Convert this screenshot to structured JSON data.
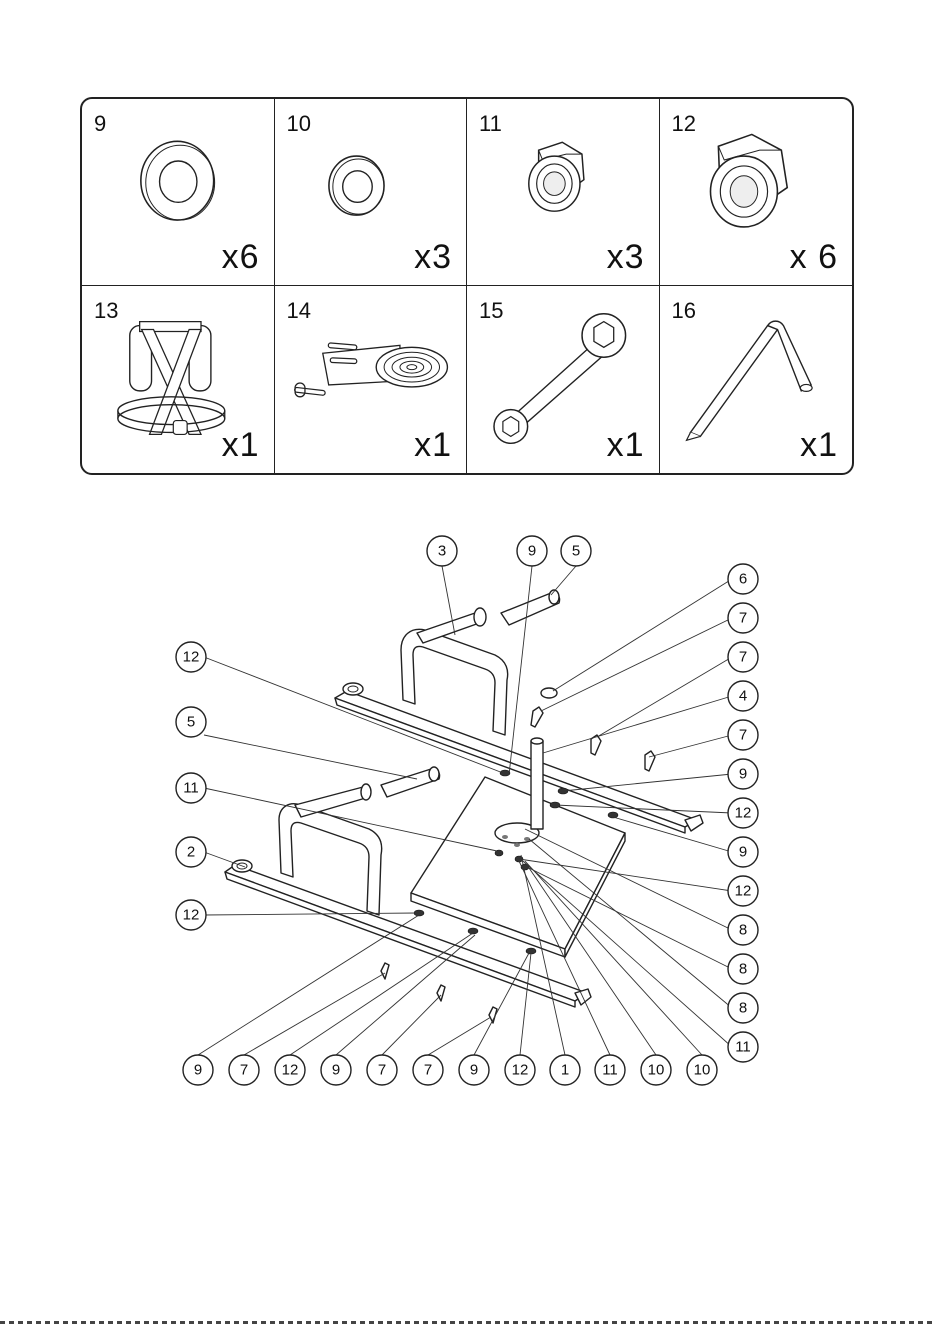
{
  "parts": [
    {
      "number": "9",
      "quantity": "x6",
      "icon": "flat-washer-large-icon"
    },
    {
      "number": "10",
      "quantity": "x3",
      "icon": "flat-washer-small-icon"
    },
    {
      "number": "11",
      "quantity": "x3",
      "icon": "lock-nut-small-icon"
    },
    {
      "number": "12",
      "quantity": "x 6",
      "icon": "lock-nut-large-icon"
    },
    {
      "number": "13",
      "quantity": "x1",
      "icon": "harness-icon"
    },
    {
      "number": "14",
      "quantity": "x1",
      "icon": "tow-strap-icon"
    },
    {
      "number": "15",
      "quantity": "x1",
      "icon": "wrench-icon"
    },
    {
      "number": "16",
      "quantity": "x1",
      "icon": "hex-key-icon"
    }
  ],
  "diagram": {
    "callouts": [
      {
        "label": "3"
      },
      {
        "label": "9"
      },
      {
        "label": "5"
      },
      {
        "label": "6"
      },
      {
        "label": "7"
      },
      {
        "label": "7"
      },
      {
        "label": "12"
      },
      {
        "label": "4"
      },
      {
        "label": "5"
      },
      {
        "label": "7"
      },
      {
        "label": "9"
      },
      {
        "label": "11"
      },
      {
        "label": "12"
      },
      {
        "label": "2"
      },
      {
        "label": "9"
      },
      {
        "label": "12"
      },
      {
        "label": "12"
      },
      {
        "label": "8"
      },
      {
        "label": "8"
      },
      {
        "label": "8"
      },
      {
        "label": "11"
      },
      {
        "label": "9"
      },
      {
        "label": "7"
      },
      {
        "label": "12"
      },
      {
        "label": "9"
      },
      {
        "label": "7"
      },
      {
        "label": "7"
      },
      {
        "label": "9"
      },
      {
        "label": "12"
      },
      {
        "label": "1"
      },
      {
        "label": "11"
      },
      {
        "label": "10"
      },
      {
        "label": "10"
      }
    ]
  }
}
